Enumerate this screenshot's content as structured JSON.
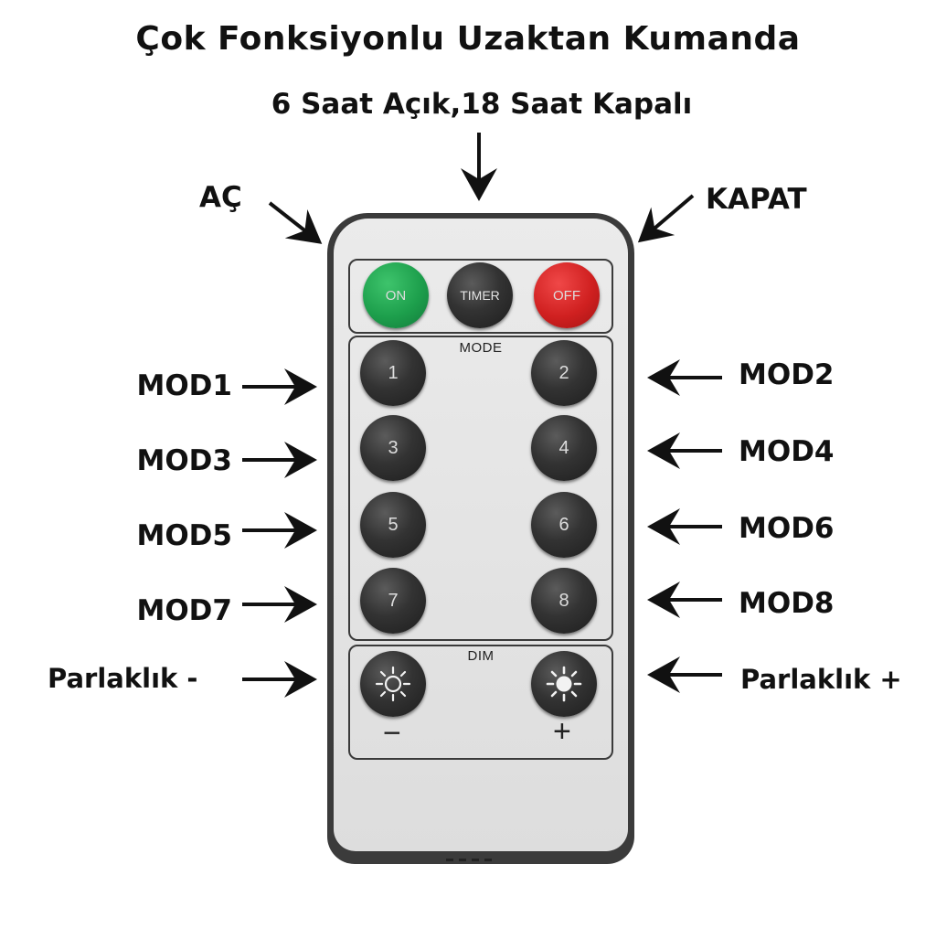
{
  "title": "Çok Fonksiyonlu Uzaktan Kumanda",
  "labels": {
    "timer": "6 Saat Açık,18 Saat Kapalı",
    "on": "AÇ",
    "off": "KAPAT",
    "mod1": "MOD1",
    "mod2": "MOD2",
    "mod3": "MOD3",
    "mod4": "MOD4",
    "mod5": "MOD5",
    "mod6": "MOD6",
    "mod7": "MOD7",
    "mod8": "MOD8",
    "dim_minus": "Parlaklık -",
    "dim_plus": "Parlaklık +"
  },
  "remote": {
    "on_button": "ON",
    "timer_button": "TIMER",
    "off_button": "OFF",
    "mode_title": "MODE",
    "mode_buttons": [
      "1",
      "2",
      "3",
      "4",
      "5",
      "6",
      "7",
      "8"
    ],
    "dim_title": "DIM",
    "dim_minus_sign": "−",
    "dim_plus_sign": "+"
  },
  "colors": {
    "on": "#1d9f4c",
    "off": "#d02020",
    "button": "#2a2a2a",
    "body": "#3b3b3b"
  }
}
